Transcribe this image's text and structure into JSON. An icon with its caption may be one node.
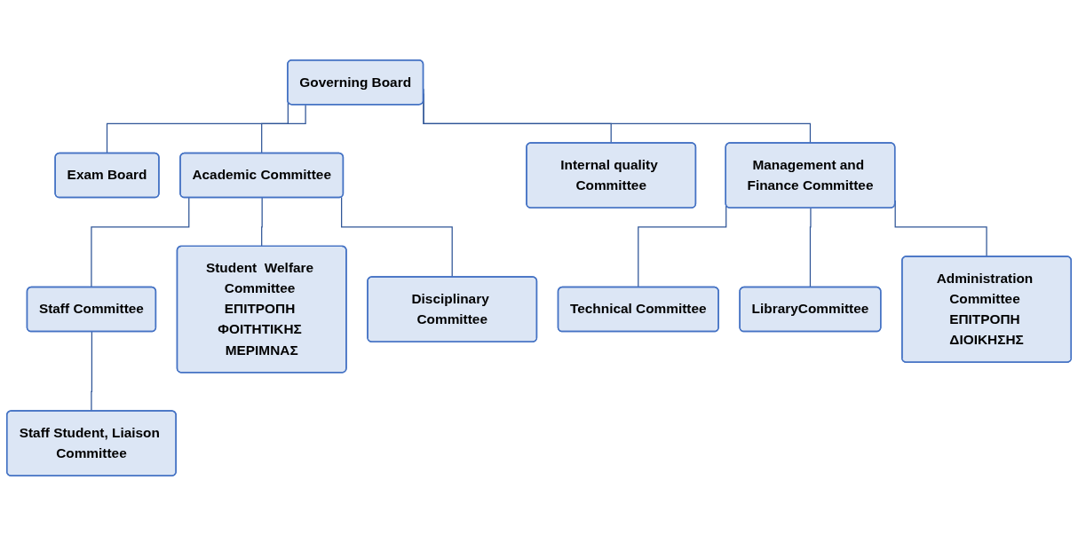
{
  "diagram": {
    "nodes": [
      {
        "text": [
          "Governing Board"
        ]
      },
      {
        "text": [
          "Exam Board"
        ]
      },
      {
        "text": [
          "Academic Committee"
        ]
      },
      {
        "text": [
          "Internal quality Committee"
        ]
      },
      {
        "text": [
          "Management and Finance Committee"
        ]
      },
      {
        "text": [
          "Staff Committee"
        ]
      },
      {
        "text": [
          "Student  Welfare Committee ΕΠΙΤΡΟΠΗ ΦΟΙΤΗΤΙΚΗΣ ΜΕΡΙΜΝΑΣ"
        ]
      },
      {
        "text": [
          "Disciplinary Committee"
        ]
      },
      {
        "text": [
          "Technical Committee"
        ]
      },
      {
        "text": [
          "LibraryCommittee"
        ]
      },
      {
        "text": [
          "Administration Committee ΕΠΙΤΡΟΠΗ ΔΙΟΙΚΗΣΗΣ"
        ]
      },
      {
        "text": [
          "Staff Student, Liaison Committee"
        ]
      }
    ],
    "edges": [
      {
        "from": 0,
        "to": 1,
        "arrow": "none"
      },
      {
        "from": 0,
        "to": 2,
        "arrow": "none"
      },
      {
        "from": 0,
        "to": 3,
        "arrow": "none"
      },
      {
        "from": 0,
        "to": 4,
        "arrow": "none"
      },
      {
        "from": 2,
        "to": 5,
        "arrow": "none"
      },
      {
        "from": 2,
        "to": 6,
        "arrow": "none"
      },
      {
        "from": 2,
        "to": 7,
        "arrow": "none"
      },
      {
        "from": 4,
        "to": 8,
        "arrow": "none"
      },
      {
        "from": 4,
        "to": 9,
        "arrow": "none"
      },
      {
        "from": 4,
        "to": 10,
        "arrow": "none"
      },
      {
        "from": 5,
        "to": 11,
        "arrow": "none"
      }
    ]
  }
}
